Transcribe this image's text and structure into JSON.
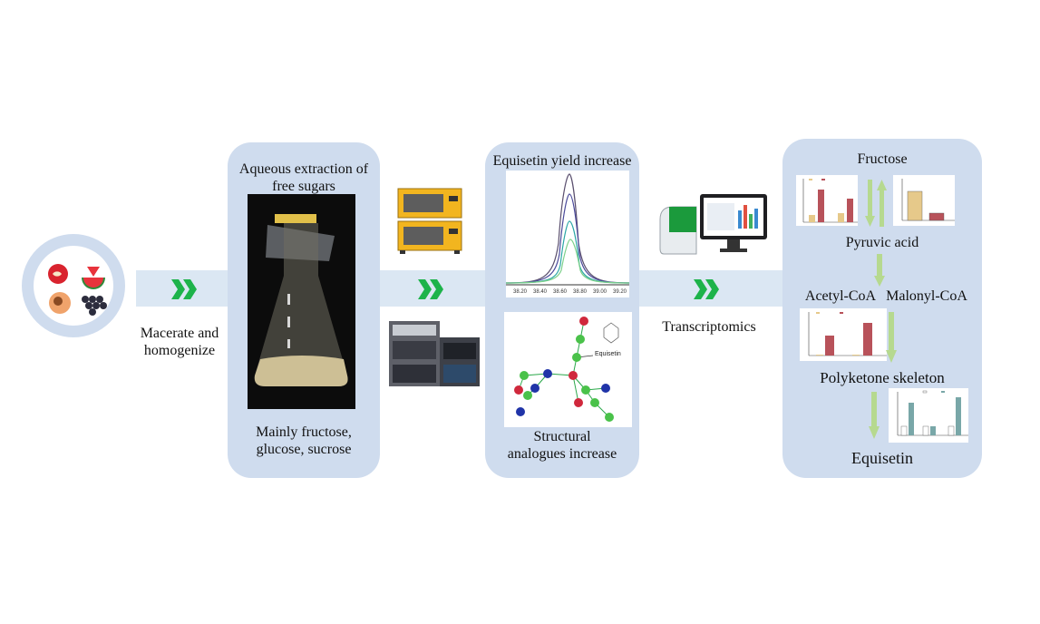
{
  "steps": {
    "macerate": "Macerate and\nhomogenize",
    "extraction_title": "Aqueous extraction of\nfree sugars",
    "sugars_caption": "Mainly fructose,\nglucose, sucrose",
    "yield_title": "Equisetin yield increase",
    "analogues_caption": "Structural\nanalogues increase",
    "transcriptomics": "Transcriptomics"
  },
  "pathway": {
    "fructose": "Fructose",
    "pyruvic": "Pyruvic acid",
    "acetyl": "Acetyl-CoA",
    "malonyl": "Malonyl-CoA",
    "polyketone": "Polyketone skeleton",
    "equisetin": "Equisetin"
  },
  "network": {
    "label": "Equisetin"
  },
  "colors": {
    "band": "#dbe7f3",
    "panel": "#cfdcee",
    "chevron": "#1db34a",
    "arrow": "#b6d98f",
    "bar_control": "#e6c98a",
    "bar_treatment": "#b8525a",
    "bar_teal": "#79a7a8"
  },
  "icons": [
    "fruit-plate-icon",
    "flask-photo-icon",
    "incubator-icon",
    "hplc-icon",
    "sequencer-icon"
  ]
}
